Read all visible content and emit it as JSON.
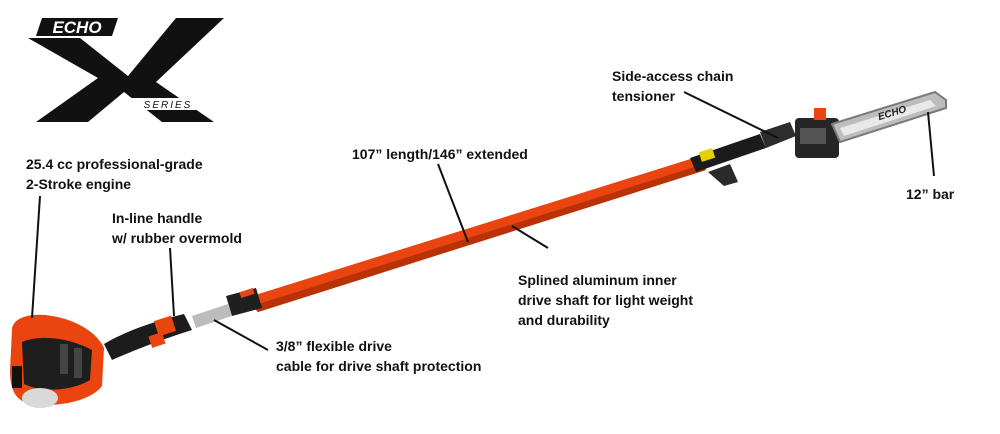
{
  "brand": {
    "logo_text": "ECHO",
    "series_text": "SERIES",
    "bar_logo_text": "ECHO",
    "colors": {
      "tube": "#ea4510",
      "tube_shadow": "#b93207",
      "black": "#111111",
      "chain": "#c9c9c9"
    }
  },
  "callouts": {
    "engine": {
      "line1": "25.4 cc professional-grade",
      "line2": "2-Stroke engine"
    },
    "handle": {
      "line1": "In-line handle",
      "line2": "w/ rubber overmold"
    },
    "length": {
      "line1": "107” length/146” extended"
    },
    "tensioner": {
      "line1": "Side-access chain",
      "line2": "tensioner"
    },
    "bar": {
      "line1": "12” bar"
    },
    "shaft": {
      "line1": "Splined aluminum inner",
      "line2": "drive shaft for light weight",
      "line3": "and durability"
    },
    "cable": {
      "line1": "3/8” flexible drive",
      "line2": "cable for drive shaft protection"
    }
  }
}
